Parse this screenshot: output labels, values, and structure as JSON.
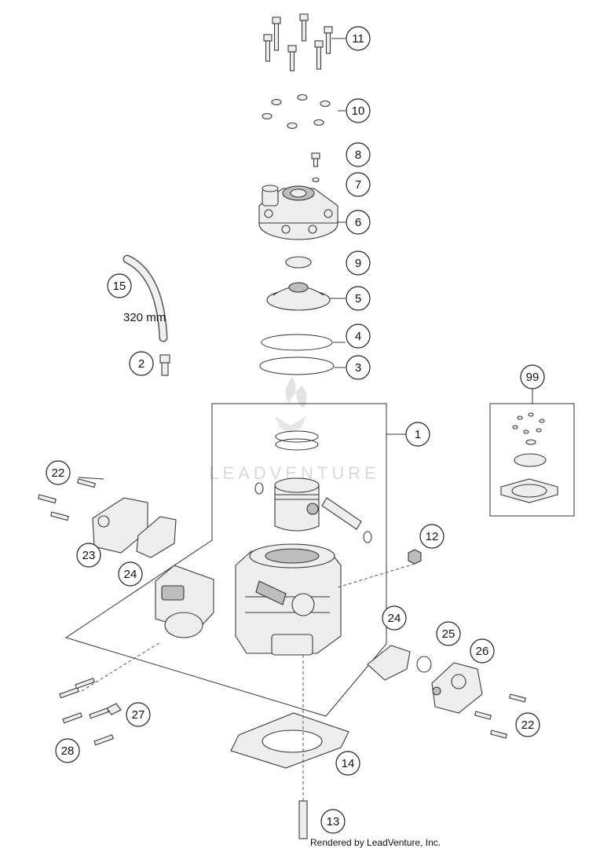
{
  "callouts": [
    {
      "id": "11",
      "label": "11"
    },
    {
      "id": "10",
      "label": "10"
    },
    {
      "id": "8",
      "label": "8"
    },
    {
      "id": "7",
      "label": "7"
    },
    {
      "id": "6",
      "label": "6"
    },
    {
      "id": "9",
      "label": "9"
    },
    {
      "id": "5",
      "label": "5"
    },
    {
      "id": "4",
      "label": "4"
    },
    {
      "id": "3",
      "label": "3"
    },
    {
      "id": "15",
      "label": "15"
    },
    {
      "id": "2",
      "label": "2"
    },
    {
      "id": "99",
      "label": "99"
    },
    {
      "id": "1",
      "label": "1"
    },
    {
      "id": "22a",
      "label": "22"
    },
    {
      "id": "23",
      "label": "23"
    },
    {
      "id": "24a",
      "label": "24"
    },
    {
      "id": "12",
      "label": "12"
    },
    {
      "id": "24b",
      "label": "24"
    },
    {
      "id": "25",
      "label": "25"
    },
    {
      "id": "26",
      "label": "26"
    },
    {
      "id": "27",
      "label": "27"
    },
    {
      "id": "28",
      "label": "28"
    },
    {
      "id": "22b",
      "label": "22"
    },
    {
      "id": "14",
      "label": "14"
    },
    {
      "id": "13",
      "label": "13"
    }
  ],
  "hose_length": "320 mm",
  "watermark": "LEADVENTURE",
  "footer": "Rendered by LeadVenture, Inc."
}
